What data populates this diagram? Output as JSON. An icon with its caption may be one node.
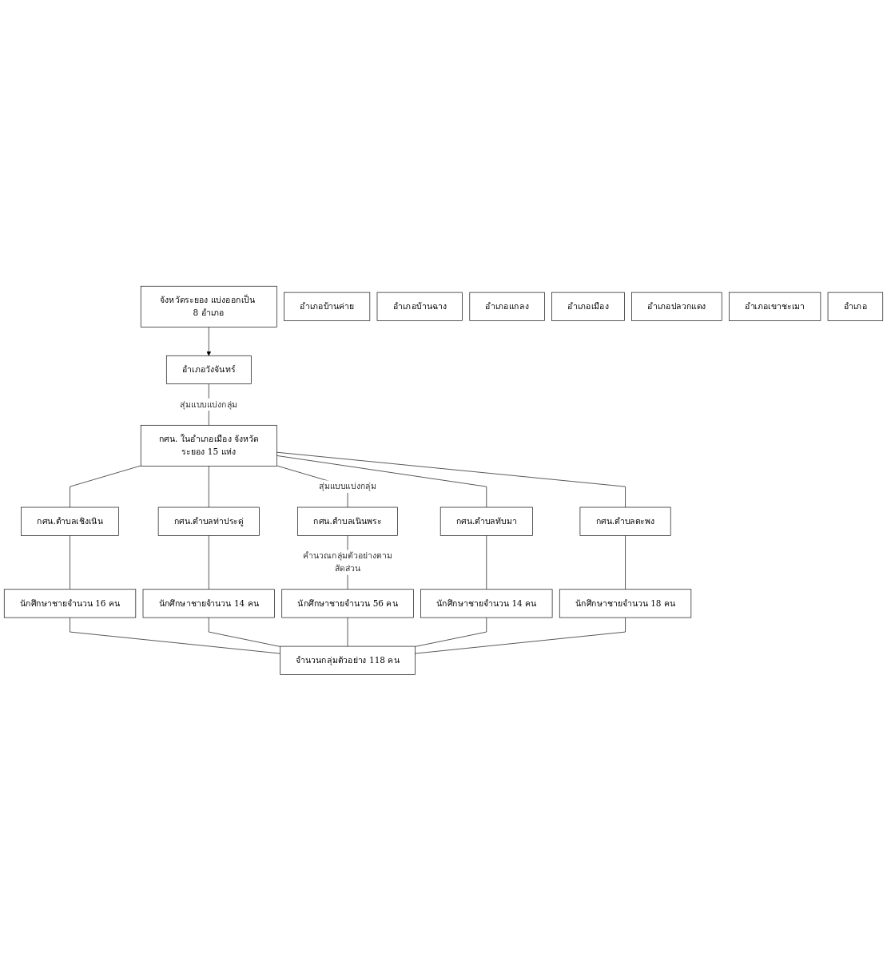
{
  "diagram": {
    "nodes": [
      {
        "text": [
          "จังหวัดระยอง แบ่งออกเป็น 8 อำเภอ"
        ]
      },
      {
        "text": [
          "อำเภอบ้านค่าย"
        ]
      },
      {
        "text": [
          "อำเภอบ้านฉาง"
        ]
      },
      {
        "text": [
          "อำเภอแกลง"
        ]
      },
      {
        "text": [
          "อำเภอเมือง"
        ]
      },
      {
        "text": [
          "อำเภอวังจันทร์"
        ]
      },
      {
        "text": [
          "อำเภอปลวกแดง"
        ]
      },
      {
        "text": [
          "อำเภอเขาชะเมา"
        ]
      },
      {
        "text": [
          "อำเภอ"
        ]
      },
      {
        "text": [
          "กศน. ในอำเภอเมือง จังหวัดระยอง 15 แห่ง"
        ]
      },
      {
        "text": [
          "กศน.ตำบลเชิงเนิน"
        ]
      },
      {
        "text": [
          "กศน.ตำบลท่าประดู่"
        ]
      },
      {
        "text": [
          "กศน.ตำบลเนินพระ"
        ]
      },
      {
        "text": [
          "กศน.ตำบลทับมา"
        ]
      },
      {
        "text": [
          "กศน.ตำบลตะพง"
        ]
      },
      {
        "text": [
          "นักศึกษาชายจำนวน 16 คน"
        ]
      },
      {
        "text": [
          "นักศึกษาชายจำนวน 14 คน"
        ]
      },
      {
        "text": [
          "นักศึกษาชายจำนวน 56 คน"
        ]
      },
      {
        "text": [
          "นักศึกษาชายจำนวน 14 คน"
        ]
      },
      {
        "text": [
          "นักศึกษาชายจำนวน 18 คน"
        ]
      },
      {
        "text": [
          "จำนวนกลุ่มตัวอย่าง 118 คน"
        ]
      }
    ],
    "edges": [
      {
        "from": 0,
        "to": 5,
        "arrow": "to"
      },
      {
        "from": 5,
        "to": 9,
        "arrow": "none",
        "label": "สุ่มแบบแบ่งกลุ่ม"
      },
      {
        "from": 9,
        "to": 10,
        "arrow": "none"
      },
      {
        "from": 9,
        "to": 11,
        "arrow": "none"
      },
      {
        "from": 9,
        "to": 12,
        "arrow": "none",
        "label": "สุ่มแบบแบ่งกลุ่ม"
      },
      {
        "from": 9,
        "to": 13,
        "arrow": "none"
      },
      {
        "from": 9,
        "to": 14,
        "arrow": "none"
      },
      {
        "from": 10,
        "to": 15,
        "arrow": "none"
      },
      {
        "from": 11,
        "to": 16,
        "arrow": "none"
      },
      {
        "from": 12,
        "to": 17,
        "arrow": "none",
        "label": "คำนวณกลุ่มตัวอย่างตามสัดส่วน"
      },
      {
        "from": 13,
        "to": 18,
        "arrow": "none"
      },
      {
        "from": 14,
        "to": 19,
        "arrow": "none"
      },
      {
        "from": 15,
        "to": 20,
        "arrow": "none"
      },
      {
        "from": 16,
        "to": 20,
        "arrow": "none"
      },
      {
        "from": 17,
        "to": 20,
        "arrow": "none"
      },
      {
        "from": 18,
        "to": 20,
        "arrow": "none"
      },
      {
        "from": 19,
        "to": 20,
        "arrow": "none"
      }
    ]
  }
}
